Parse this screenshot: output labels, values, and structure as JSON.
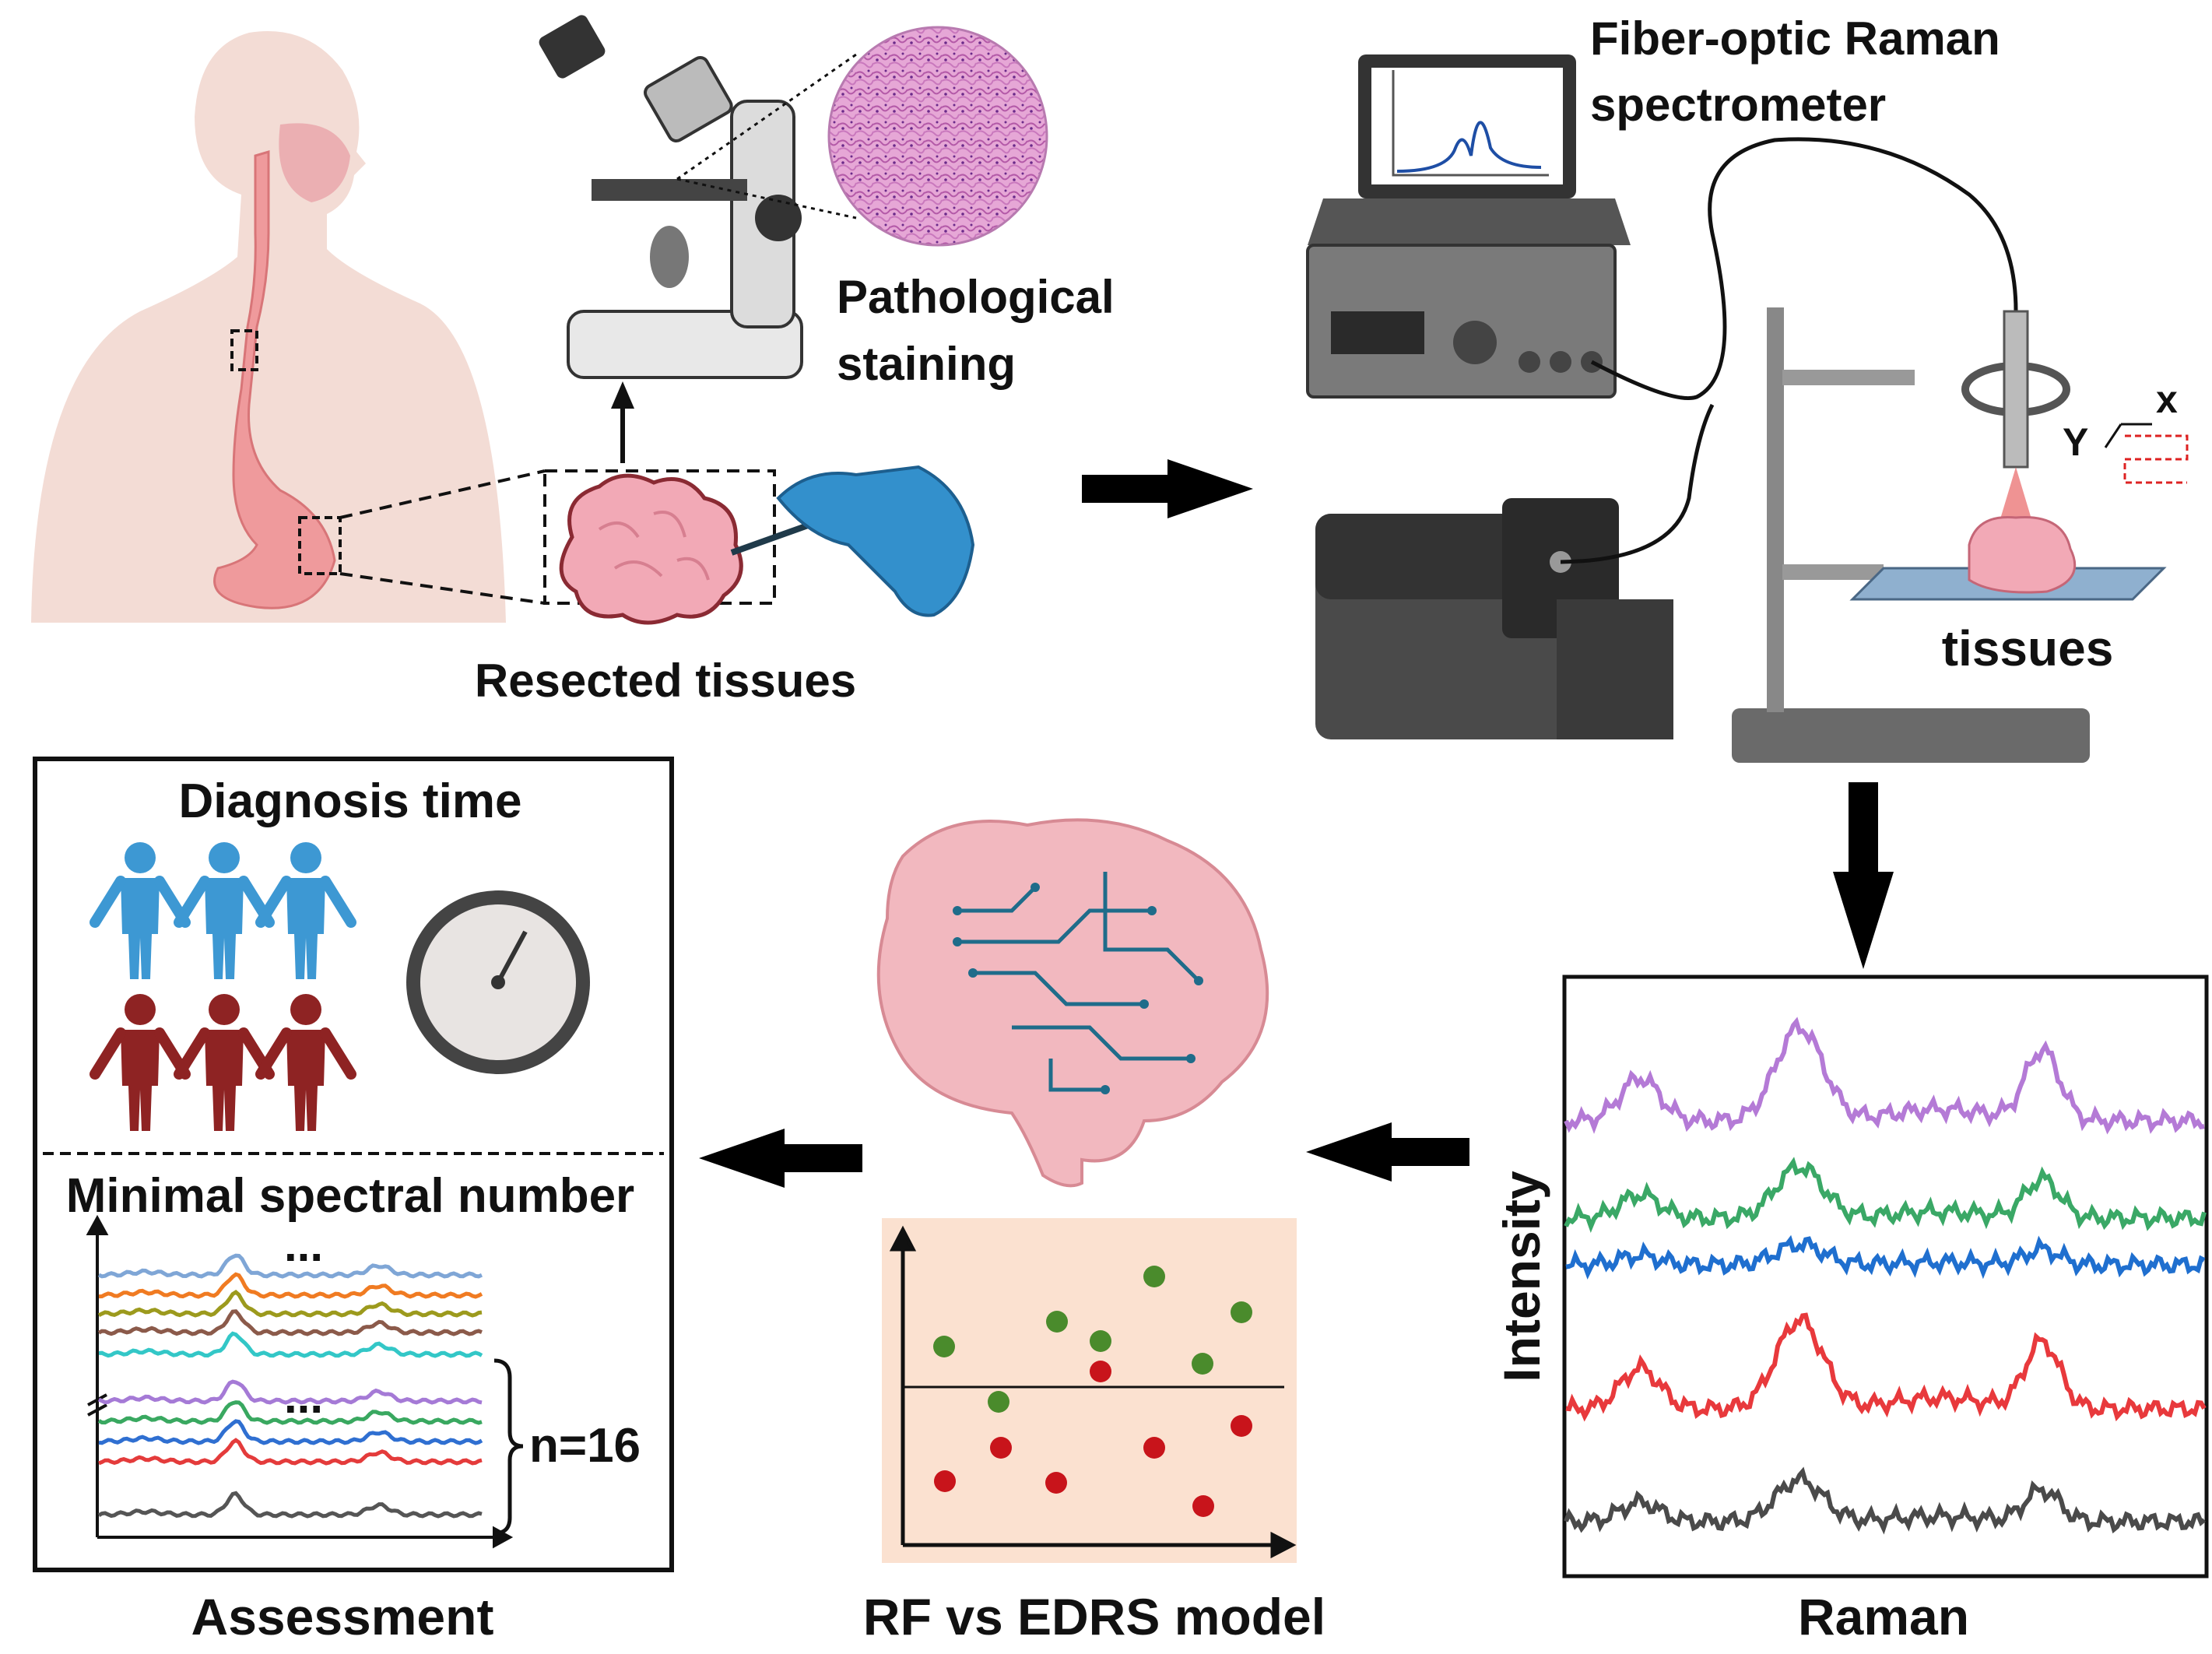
{
  "labels": {
    "pathological": [
      "Pathological",
      "staining"
    ],
    "resected": "Resected tissues",
    "spectrometer": [
      "Fiber-optic Raman",
      "spectrometer"
    ],
    "tissues": "tissues",
    "axis_x": "x",
    "axis_y": "Y",
    "diagnosis_time": "Diagnosis time",
    "minimal_spectral": "Minimal spectral number",
    "ellipsis_top": "...",
    "ellipsis_mid": "...",
    "n_label": "n=16",
    "assessment": "Assessment",
    "model": "RF vs EDRS model",
    "intensity": "Intensity",
    "raman": "Raman"
  },
  "colors": {
    "spectra": [
      "#b47ad6",
      "#3aa866",
      "#1f6fcf",
      "#e8393c",
      "#4a4a4a"
    ],
    "mini_spectra": [
      "#7fa6d6",
      "#f07b22",
      "#9c9a1d",
      "#8b5a4a",
      "#33c7c7",
      "#a57ad6",
      "#39a860",
      "#2f6fd1",
      "#e43b3b",
      "#555555"
    ],
    "people_top": "#3d98d3",
    "people_bottom": "#8e2323",
    "scatter_green": "#4a8b2c",
    "scatter_red": "#c8141b",
    "scatter_bg": "#fbe1d0",
    "tissue": "#f2a9b6",
    "glove": "#3390cc"
  },
  "icons": [
    "human-body-icon",
    "microscope-icon",
    "stained-tissue-icon",
    "tissue-sample-icon",
    "scalpel-hand-icon",
    "laptop-icon",
    "controller-icon",
    "laser-unit-icon",
    "probe-stand-icon",
    "people-icon",
    "clock-icon",
    "brain-circuit-icon",
    "arrow-icon"
  ]
}
